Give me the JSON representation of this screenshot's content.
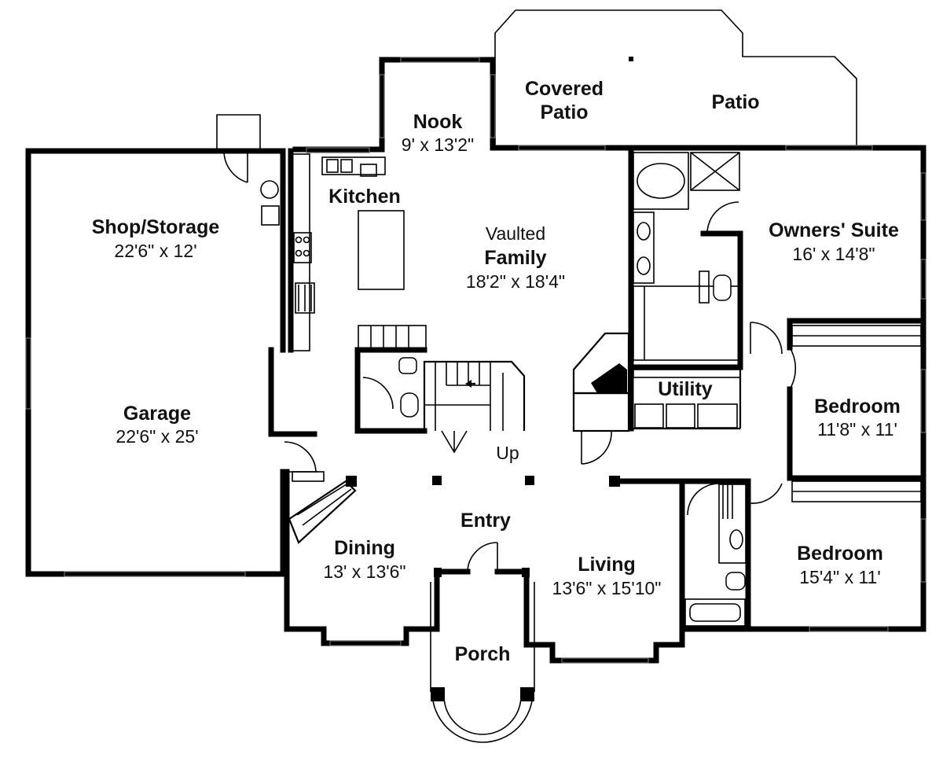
{
  "rooms": {
    "covered_patio": {
      "name_line1": "Covered",
      "name_line2": "Patio"
    },
    "patio": {
      "name": "Patio"
    },
    "nook": {
      "name": "Nook",
      "size": "9' x 13'2\""
    },
    "kitchen": {
      "name": "Kitchen"
    },
    "family": {
      "prefix": "Vaulted",
      "name": "Family",
      "size": "18'2\" x 18'4\""
    },
    "shop_storage": {
      "name": "Shop/Storage",
      "size": "22'6\" x 12'"
    },
    "garage": {
      "name": "Garage",
      "size": "22'6\" x 25'"
    },
    "owners_suite": {
      "name": "Owners' Suite",
      "size": "16' x 14'8\""
    },
    "utility": {
      "name": "Utility"
    },
    "bedroom_1": {
      "name": "Bedroom",
      "size": "11'8\" x 11'"
    },
    "bedroom_2": {
      "name": "Bedroom",
      "size": "15'4\" x 11'"
    },
    "dining": {
      "name": "Dining",
      "size": "13' x 13'6\""
    },
    "entry": {
      "name": "Entry"
    },
    "living": {
      "name": "Living",
      "size": "13'6\" x 15'10\""
    },
    "porch": {
      "name": "Porch"
    },
    "stairs": {
      "label": "Up"
    }
  }
}
